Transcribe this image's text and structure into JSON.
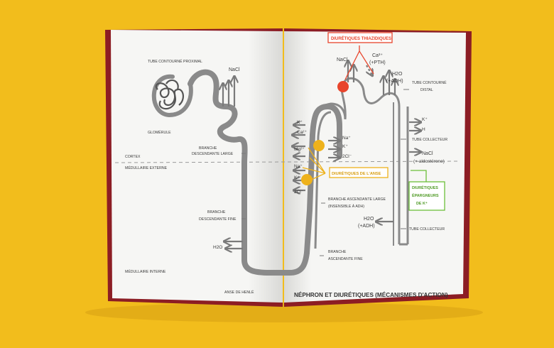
{
  "colors": {
    "background": "#f2bd1c",
    "page": "#f6f6f4",
    "cover": "#8c1d24",
    "nephron": "#8a8a8a",
    "thiazide": "#e8452c",
    "loop": "#eeb21c",
    "sparing": "#6cbf3a",
    "text": "#3a3a3a"
  },
  "left_page": {
    "tube_proximal": "TUBE CONTOURNÉ PROXIMAL",
    "nacl": "NaCl",
    "glomerule": "GLOMÉRULE",
    "branche_desc_large_1": "BRANCHE",
    "branche_desc_large_2": "DESCENDANTE LARGE",
    "cortex": "CORTEX",
    "medullaire_externe": "MÉDULLAIRE EXTERNE",
    "branche_desc_fine_1": "BRANCHE",
    "branche_desc_fine_2": "DESCENDANTE FINE",
    "h2o": "H2O",
    "medullaire_interne": "MÉDULLAIRE INTERNE",
    "anse_henle": "ANSE DE HENLÉ"
  },
  "right_page": {
    "thiazide_box": "DIURÉTIQUES THIAZIDIQUES",
    "nacl_top": "NaCl",
    "ca": "Ca²⁺",
    "pth": "(+PTH)",
    "h2o_top": "H2O",
    "adh_top": "(+ADH)",
    "tube_distal_1": "TUBE CONTOURNÉ",
    "tube_distal_2": "DISTAL",
    "k_left": "K⁺",
    "ca_left": "Ca²⁺",
    "mg_left": "Mg²⁺",
    "na_left": "Na⁺",
    "k_left2": "K⁺",
    "cl_left": "2Cl⁻",
    "na_right": "Na⁺",
    "k_right": "K⁺",
    "cl_right": "2Cl⁻",
    "anse_box": "DIURÉTIQUES DE L'ANSE",
    "k_collector": "K⁺",
    "h_collector": "H",
    "tube_collecteur_top": "TUBE COLLECTEUR",
    "nacl_collector": "NaCl",
    "aldosterone": "(+ aldostérone)",
    "sparing_box_1": "DIURÉTIQUES",
    "sparing_box_2": "ÉPARGNEURS",
    "sparing_box_3": "DE K⁺",
    "branche_asc_large_1": "BRANCHE ASCENDANTE LARGE",
    "branche_asc_large_2": "(INSENSIBLE À ADH)",
    "h2o_bottom": "H2O",
    "adh_bottom": "(+ADH)",
    "tube_collecteur_bottom": "TUBE COLLECTEUR",
    "branche_asc_fine_1": "BRANCHE",
    "branche_asc_fine_2": "ASCENDANTE FINE",
    "title": "NÉPHRON ET DIURÉTIQUES (MÉCANISMES D'ACTION)"
  }
}
